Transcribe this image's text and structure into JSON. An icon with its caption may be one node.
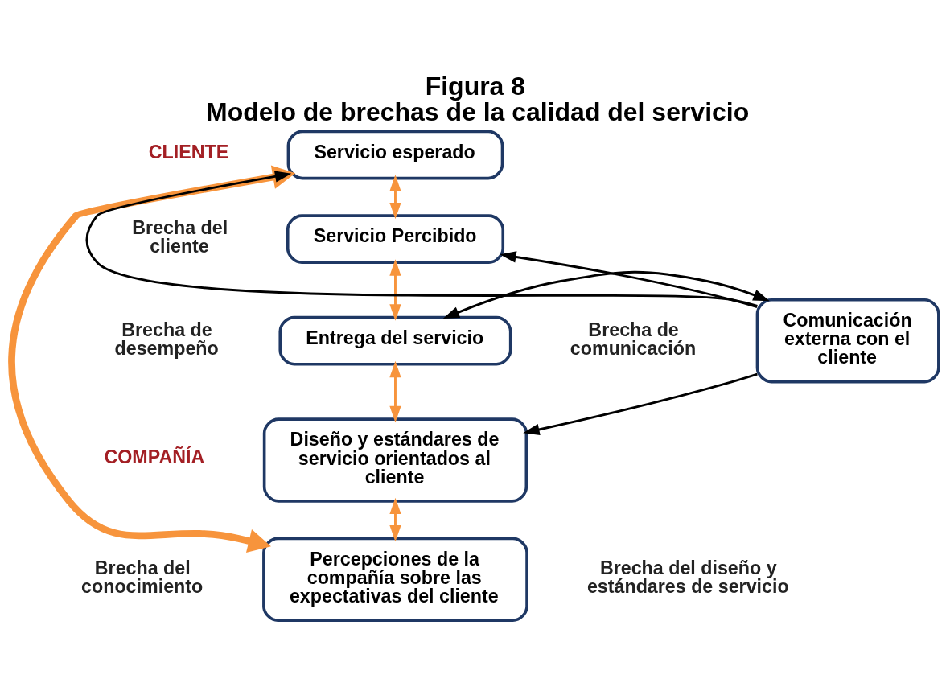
{
  "diagram": {
    "title": "Figura 8",
    "caption": "Modelo de brechas de la calidad del servicio",
    "nodes": [
      {
        "text": [
          "Servicio esperado"
        ]
      },
      {
        "text": [
          "Servicio Percibido"
        ]
      },
      {
        "text": [
          "Entrega del servicio"
        ]
      },
      {
        "text": [
          "Diseño y estándares de servicio orientados al cliente"
        ]
      },
      {
        "text": [
          "Percepciones de la compañía sobre las expectativas del cliente"
        ]
      },
      {
        "text": [
          "Comunicación externa con el cliente"
        ]
      }
    ],
    "edges": [
      {
        "from": 0,
        "to": 1,
        "arrow": "both",
        "color": "#f7943c"
      },
      {
        "from": 1,
        "to": 2,
        "arrow": "both",
        "color": "#f7943c"
      },
      {
        "from": 2,
        "to": 3,
        "arrow": "both",
        "color": "#f7943c"
      },
      {
        "from": 3,
        "to": 4,
        "arrow": "both",
        "color": "#f7943c"
      },
      {
        "from": 4,
        "to": 0,
        "arrow": "both",
        "style": "thick",
        "color": "#f7943c"
      },
      {
        "from": 5,
        "to": 0,
        "arrow": "to",
        "color": "#000000"
      },
      {
        "from": 5,
        "to": 1,
        "arrow": "to",
        "color": "#000000"
      },
      {
        "from": 2,
        "to": 5,
        "arrow": "both",
        "color": "#000000"
      },
      {
        "from": 5,
        "to": 3,
        "arrow": "to",
        "color": "#000000"
      }
    ],
    "labels": [
      "CLIENTE",
      "Brecha del cliente",
      "Brecha de desempeño",
      "Brecha de comunicación",
      "COMPAÑÍA",
      "Brecha del conocimiento",
      "Brecha del diseño y estándares de servicio"
    ]
  }
}
